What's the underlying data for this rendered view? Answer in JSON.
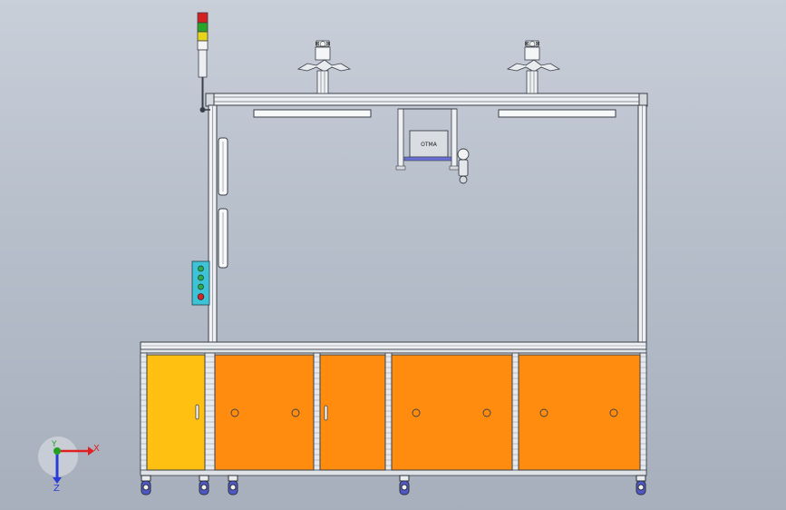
{
  "view": {
    "background_top": "#c9cfd9",
    "background_bottom": "#a7afbd"
  },
  "frame": {
    "color_light": "#f3f4f6",
    "color_line": "#3a3f47",
    "profile_fill": "#dfe3e8"
  },
  "tower_light": {
    "segments": [
      "red",
      "green",
      "yellow",
      "white"
    ],
    "colors": [
      "#d42020",
      "#2aa52a",
      "#e7d51b",
      "#f5f5f5"
    ]
  },
  "control_panel": {
    "color": "#3ec2d6",
    "buttons": [
      "#2fa84a",
      "#2fa84a",
      "#2fa84a",
      "#d22525"
    ]
  },
  "cabinet": {
    "left_door_color": "#ffc012",
    "door_color": "#ff8c0e"
  },
  "hmi_label": "ОТМА",
  "triad": {
    "x_label": "X",
    "y_label": "Y",
    "z_label": "Z",
    "x_color": "#e02020",
    "y_color": "#22a022",
    "z_color": "#2b3bd6"
  }
}
